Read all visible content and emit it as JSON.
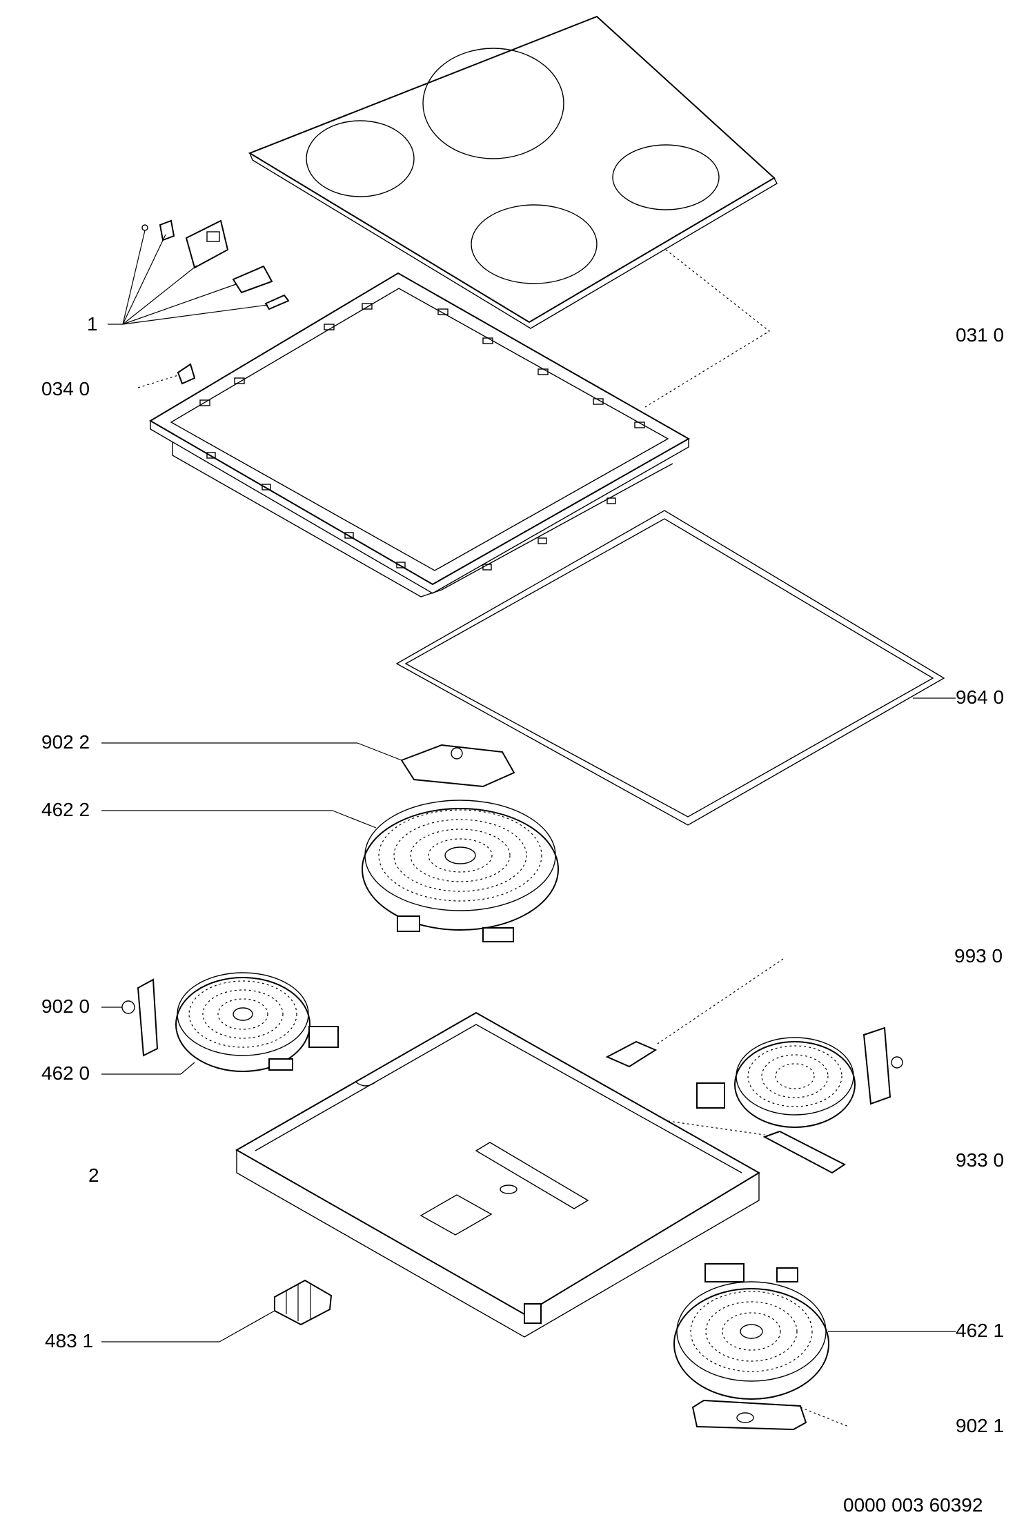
{
  "labels": {
    "l_1": "1",
    "l_034": "034 0",
    "l_031": "031 0",
    "l_964": "964 0",
    "l_9022": "902 2",
    "l_4622": "462 2",
    "l_993": "993 0",
    "l_9020": "902 0",
    "l_4620": "462 0",
    "l_2": "2",
    "l_933": "933 0",
    "l_4831": "483 1",
    "l_4621": "462 1",
    "l_9021": "902 1",
    "doc_number": "0000 003 60392"
  }
}
